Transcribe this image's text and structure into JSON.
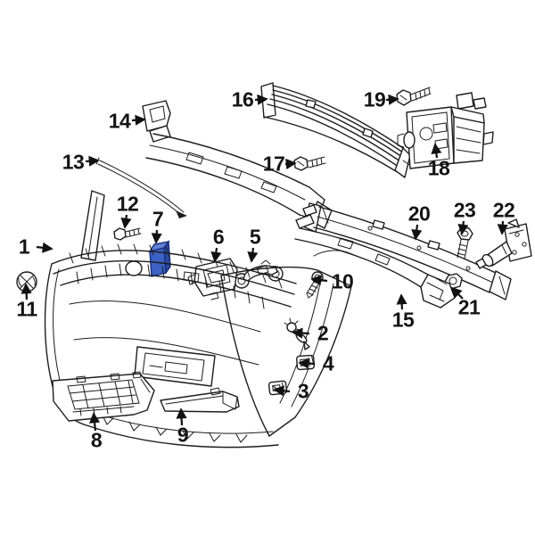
{
  "diagram": {
    "type": "exploded-parts-diagram",
    "subject": "front-bumper-assembly",
    "background_color": "#ffffff",
    "line_color": "#1d1d1d",
    "highlighted_part": {
      "number": "7",
      "fill": "#3b62c4",
      "top_fill": "#6080d2",
      "side_fill": "#2a4aa0",
      "stroke": "#172f7e"
    },
    "callouts": [
      {
        "number": "1"
      },
      {
        "number": "2"
      },
      {
        "number": "3"
      },
      {
        "number": "4"
      },
      {
        "number": "5"
      },
      {
        "number": "6"
      },
      {
        "number": "7"
      },
      {
        "number": "8"
      },
      {
        "number": "9"
      },
      {
        "number": "10"
      },
      {
        "number": "11"
      },
      {
        "number": "12"
      },
      {
        "number": "13"
      },
      {
        "number": "14"
      },
      {
        "number": "15"
      },
      {
        "number": "16"
      },
      {
        "number": "17"
      },
      {
        "number": "18"
      },
      {
        "number": "19"
      },
      {
        "number": "20"
      },
      {
        "number": "21"
      },
      {
        "number": "22"
      },
      {
        "number": "23"
      }
    ]
  }
}
